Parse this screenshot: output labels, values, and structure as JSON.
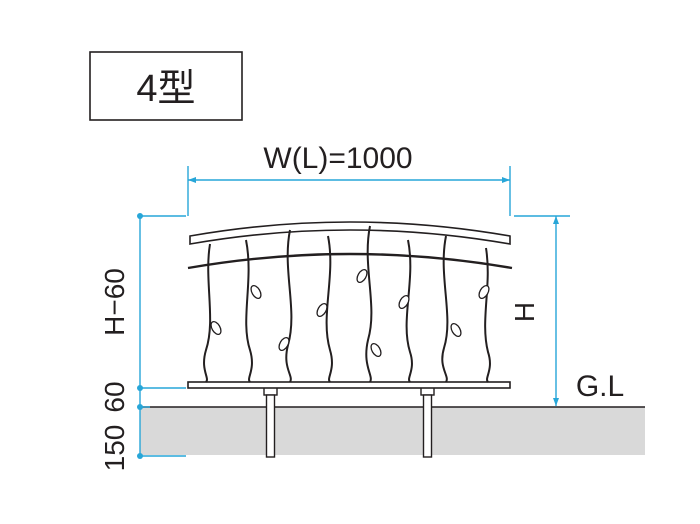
{
  "type_label": "4型",
  "width_label": "W(L)=1000",
  "height_label": "H",
  "ground_label": "G.L",
  "dim_label_150": "150",
  "dim_label_60": "60",
  "dim_label_h60": "H−60",
  "colors": {
    "dimension": "#27a6d8",
    "ground": "#d9d9d9",
    "line": "#231f20"
  }
}
